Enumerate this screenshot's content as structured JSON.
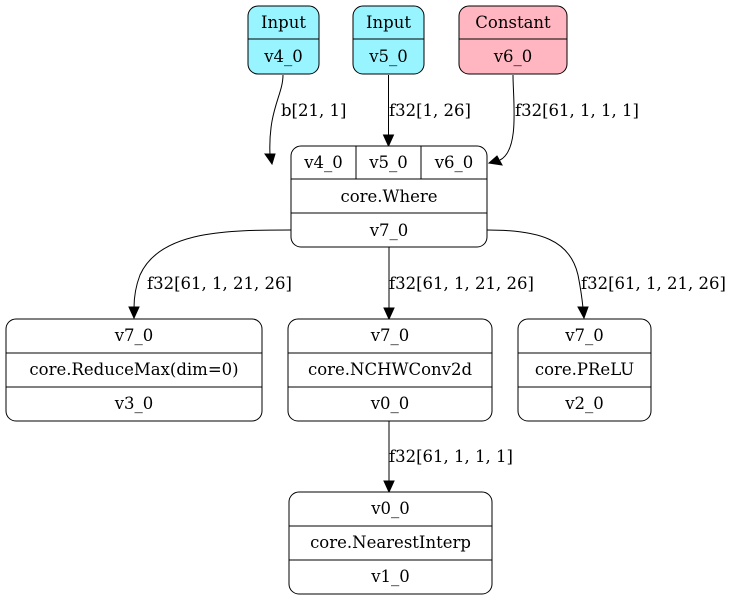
{
  "colors": {
    "input_fill": "#98f5ff",
    "constant_fill": "#ffb6c1",
    "op_fill": "#ffffff",
    "stroke": "#000000"
  },
  "nodes": {
    "input_v4": {
      "title": "Input",
      "value": "v4_0"
    },
    "input_v5": {
      "title": "Input",
      "value": "v5_0"
    },
    "const_v6": {
      "title": "Constant",
      "value": "v6_0"
    },
    "where": {
      "inputs": [
        "v4_0",
        "v5_0",
        "v6_0"
      ],
      "op": "core.Where",
      "output": "v7_0"
    },
    "reducemax": {
      "input": "v7_0",
      "op": "core.ReduceMax(dim=0)",
      "output": "v3_0"
    },
    "conv": {
      "input": "v7_0",
      "op": "core.NCHWConv2d",
      "output": "v0_0"
    },
    "prelu": {
      "input": "v7_0",
      "op": "core.PReLU",
      "output": "v2_0"
    },
    "interp": {
      "input": "v0_0",
      "op": "core.NearestInterp",
      "output": "v1_0"
    }
  },
  "edges": {
    "v4_to_where": "b[21, 1]",
    "v5_to_where": "f32[1, 26]",
    "v6_to_where": "f32[61, 1, 1, 1]",
    "where_to_reducemax": "f32[61, 1, 21, 26]",
    "where_to_conv": "f32[61, 1, 21, 26]",
    "where_to_prelu": "f32[61, 1, 21, 26]",
    "conv_to_interp": "f32[61, 1, 1, 1]"
  }
}
